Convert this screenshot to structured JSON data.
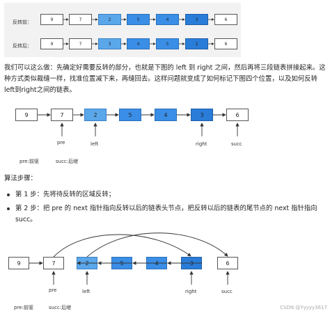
{
  "top_panel": {
    "before_label": "反转前：",
    "after_label": "反转后：",
    "before_nodes": [
      "9",
      "7",
      "2",
      "5",
      "4",
      "3",
      "6"
    ],
    "after_nodes": [
      "9",
      "7",
      "3",
      "4",
      "5",
      "2",
      "6"
    ]
  },
  "paragraph1": "我们可以这么做：先确定好需要反转的部分，也就是下图的 left 到 right 之间，然后再将三段链表拼接起来。这种方式类似裁缝一样，找准位置减下来，再缝回去。这样问题就变成了如何标记下图四个位置，以及如何反转left到right之间的链表。",
  "diagram1": {
    "nodes": [
      "9",
      "7",
      "2",
      "5",
      "4",
      "3",
      "6"
    ],
    "pointers": {
      "pre": "pre",
      "left": "left",
      "right": "right",
      "succ": "succ"
    },
    "legend_pre": "pre:前驱",
    "legend_succ": "succ:后继"
  },
  "steps_title": "算法步骤：",
  "steps": [
    "第 1 步：先将待反转的区域反转；",
    "第 2 步：把 pre 的 next 指针指向反转以后的链表头节点，把反转以后的链表的尾节点的 next 指针指向 succ。"
  ],
  "diagram2": {
    "nodes": [
      "9",
      "7",
      "2",
      "5",
      "4",
      "3",
      "6"
    ],
    "pointers": {
      "pre": "pre",
      "left": "left",
      "right": "right",
      "succ": "succ"
    },
    "legend_pre": "pre:前驱",
    "legend_succ": "succ:后继"
  },
  "watermark": "CSDN @Yyyyy3617",
  "colors": {
    "light_blue": "#5aa7ea",
    "mid_blue": "#3a8ee6",
    "dark_blue": "#2a7cd9",
    "panel_bg": "#f2f2f2"
  }
}
